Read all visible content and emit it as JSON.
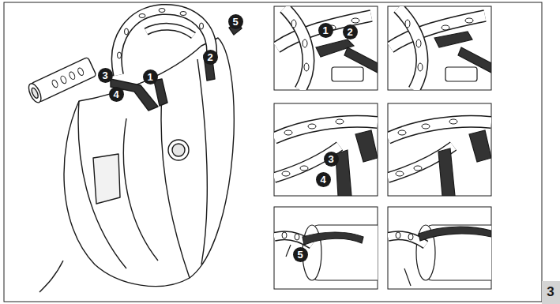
{
  "diagram": {
    "labels": [
      "5",
      "1",
      "2",
      "3",
      "4",
      "1",
      "2",
      "3",
      "4",
      "5",
      "3"
    ]
  }
}
